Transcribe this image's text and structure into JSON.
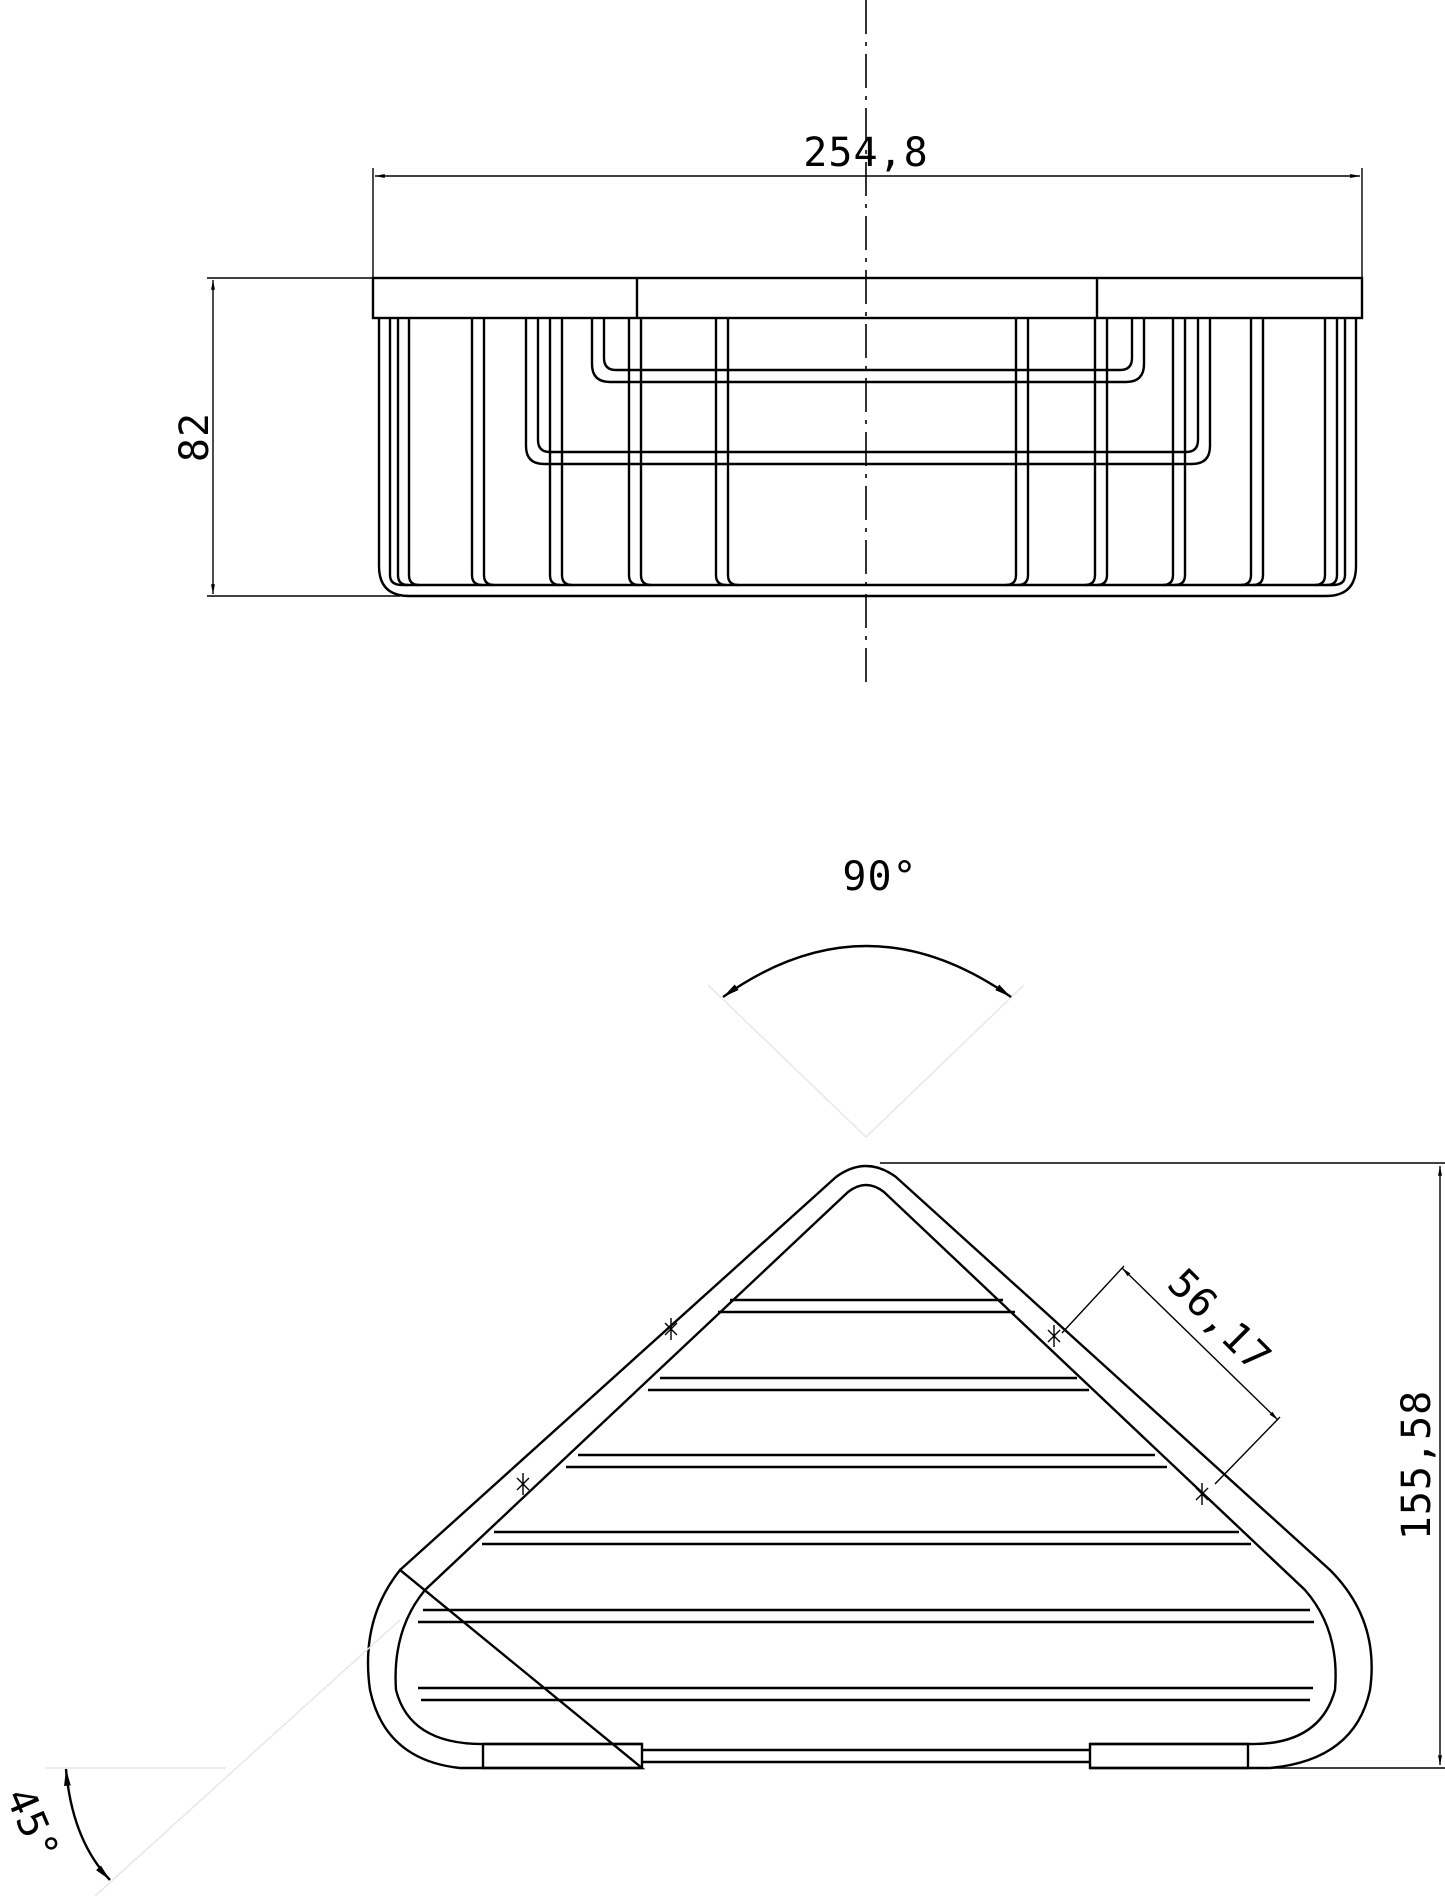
{
  "drawing": {
    "views": [
      {
        "name": "front-elevation",
        "description": "Wire corner basket, side view"
      },
      {
        "name": "plan-view",
        "description": "Wire corner basket, top view (triangular)"
      }
    ],
    "dimensions": {
      "overall_width": "254,8",
      "height": "82",
      "depth": "155,58",
      "bracket_spacing": "56,17",
      "corner_angle": "90°",
      "side_angle": "45°"
    }
  }
}
